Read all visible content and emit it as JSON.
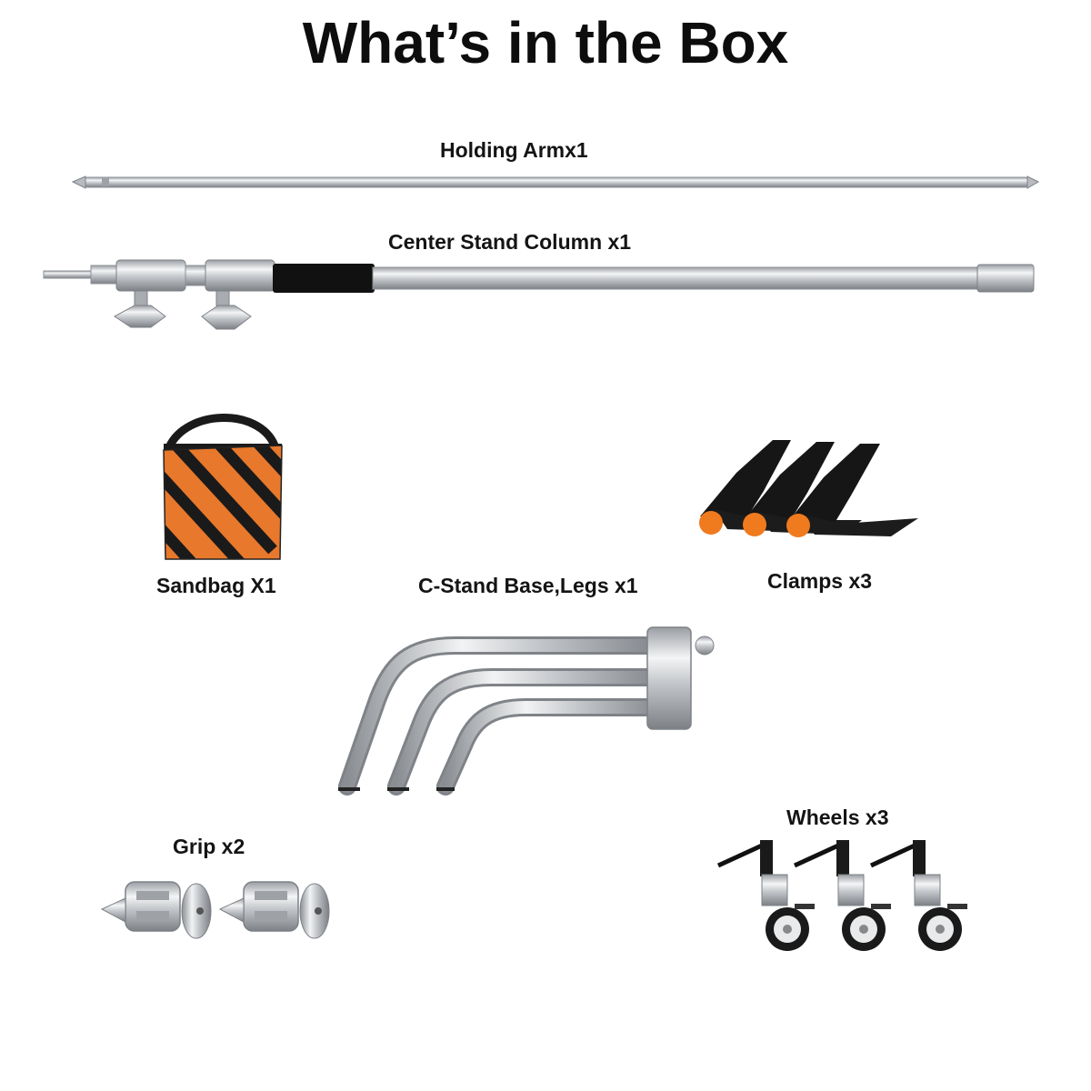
{
  "title": "What’s in the Box",
  "items": {
    "holding_arm": "Holding Armx1",
    "center_column": "Center Stand Column x1",
    "sandbag": "Sandbag X1",
    "base_legs": "C-Stand Base,Legs x1",
    "clamps": "Clamps x3",
    "wheels": "Wheels x3",
    "grip": "Grip x2"
  },
  "colors": {
    "sandbag_orange": "#e8782c",
    "sandbag_black": "#1a1a1a",
    "clamp_orange": "#f07a1e",
    "chrome": "#c9ccd0",
    "rubber_grip": "#111111"
  }
}
